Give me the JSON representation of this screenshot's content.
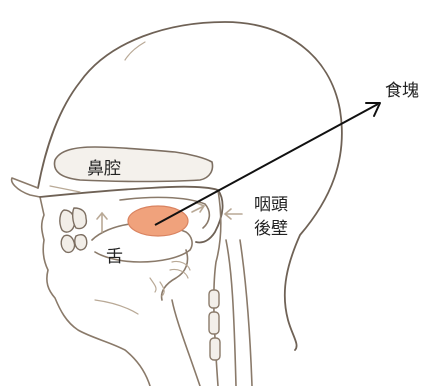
{
  "labels": {
    "nasal_cavity": "鼻腔",
    "bolus": "食塊",
    "pharynx_line1": "咽頭",
    "pharynx_line2": "後壁",
    "tongue": "舌"
  },
  "colors": {
    "bolus_fill": "#f0a27c",
    "outline": "#8a7a6a",
    "pointer_arrow": "#111111",
    "inward_arrows": "#b9a996"
  }
}
